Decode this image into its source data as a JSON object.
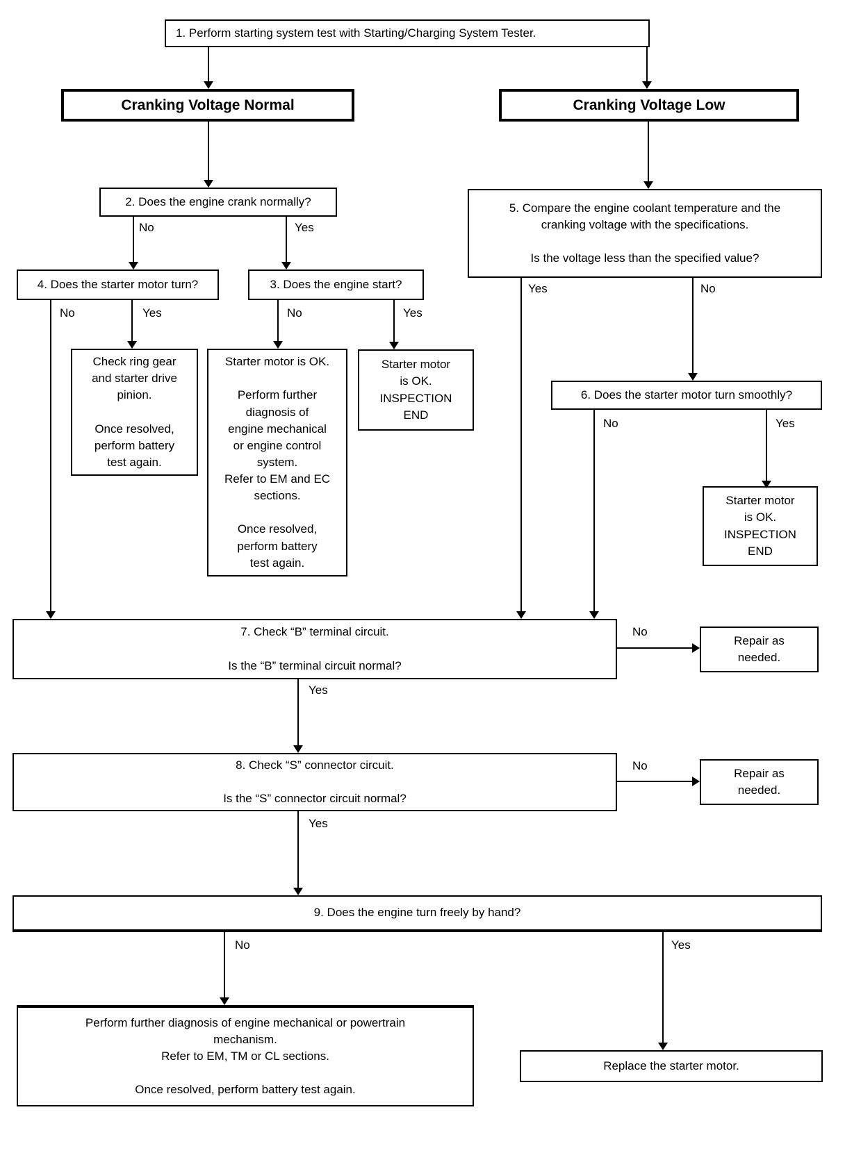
{
  "diagram": {
    "kind": "flowchart",
    "subject": "Starting system diagnostic flow",
    "colors": {
      "line": "#000000",
      "background": "#ffffff",
      "text": "#000000"
    },
    "nodes": {
      "step1": {
        "text": "1. Perform starting system test with Starting/Charging System Tester."
      },
      "branch_normal": {
        "text": "Cranking Voltage Normal"
      },
      "branch_low": {
        "text": "Cranking Voltage Low"
      },
      "step2": {
        "text": "2. Does the engine crank normally?"
      },
      "step4": {
        "text": "4. Does the starter motor turn?"
      },
      "step3": {
        "text": "3. Does the engine start?"
      },
      "check_ring_gear": {
        "text": "Check ring gear\nand starter drive\npinion.\n\nOnce resolved,\nperform battery\ntest again."
      },
      "starter_ok_diagnose": {
        "text": "Starter motor is OK.\n\nPerform further\ndiagnosis of\nengine mechanical\nor engine control\nsystem.\nRefer to EM and EC\nsections.\n\nOnce resolved,\nperform battery\ntest again."
      },
      "inspection_end_left": {
        "text": "Starter motor\nis OK.\nINSPECTION\nEND"
      },
      "step5": {
        "text": "5. Compare the engine coolant temperature and the\ncranking voltage with the specifications.\n\nIs the voltage less than the specified value?"
      },
      "step6": {
        "text": "6. Does the starter motor turn smoothly?"
      },
      "inspection_end_right": {
        "text": "Starter motor\nis OK.\nINSPECTION\nEND"
      },
      "step7": {
        "text": "7. Check “B” terminal circuit.\n\nIs the “B” terminal circuit normal?"
      },
      "repair_b": {
        "text": "Repair as\nneeded."
      },
      "step8": {
        "text": "8. Check “S” connector circuit.\n\nIs the “S” connector circuit normal?"
      },
      "repair_s": {
        "text": "Repair as\nneeded."
      },
      "step9": {
        "text": "9. Does the engine turn freely by hand?"
      },
      "diagnose_mechanical": {
        "text": "Perform further diagnosis of engine mechanical or powertrain\nmechanism.\nRefer to EM, TM or CL sections.\n\nOnce resolved, perform battery test again."
      },
      "replace_starter": {
        "text": "Replace the starter motor."
      }
    },
    "edge_labels": {
      "step2_no": "No",
      "step2_yes": "Yes",
      "step4_no": "No",
      "step4_yes": "Yes",
      "step3_no": "No",
      "step3_yes": "Yes",
      "step5_yes": "Yes",
      "step5_no": "No",
      "step6_no": "No",
      "step6_yes": "Yes",
      "step7_no": "No",
      "step7_yes": "Yes",
      "step8_no": "No",
      "step8_yes": "Yes",
      "step9_no": "No",
      "step9_yes": "Yes"
    },
    "flow": [
      {
        "from": "step1",
        "to": "branch_normal"
      },
      {
        "from": "step1",
        "to": "branch_low"
      },
      {
        "from": "branch_normal",
        "to": "step2"
      },
      {
        "from": "step2",
        "label": "No",
        "to": "step4"
      },
      {
        "from": "step2",
        "label": "Yes",
        "to": "step3"
      },
      {
        "from": "step4",
        "label": "No",
        "to": "step7"
      },
      {
        "from": "step4",
        "label": "Yes",
        "to": "check_ring_gear"
      },
      {
        "from": "step3",
        "label": "No",
        "to": "starter_ok_diagnose"
      },
      {
        "from": "step3",
        "label": "Yes",
        "to": "inspection_end_left"
      },
      {
        "from": "branch_low",
        "to": "step5"
      },
      {
        "from": "step5",
        "label": "Yes",
        "to": "step7"
      },
      {
        "from": "step5",
        "label": "No",
        "to": "step6"
      },
      {
        "from": "step6",
        "label": "No",
        "to": "step7"
      },
      {
        "from": "step6",
        "label": "Yes",
        "to": "inspection_end_right"
      },
      {
        "from": "step7",
        "label": "No",
        "to": "repair_b"
      },
      {
        "from": "step7",
        "label": "Yes",
        "to": "step8"
      },
      {
        "from": "step8",
        "label": "No",
        "to": "repair_s"
      },
      {
        "from": "step8",
        "label": "Yes",
        "to": "step9"
      },
      {
        "from": "step9",
        "label": "No",
        "to": "diagnose_mechanical"
      },
      {
        "from": "step9",
        "label": "Yes",
        "to": "replace_starter"
      }
    ]
  }
}
